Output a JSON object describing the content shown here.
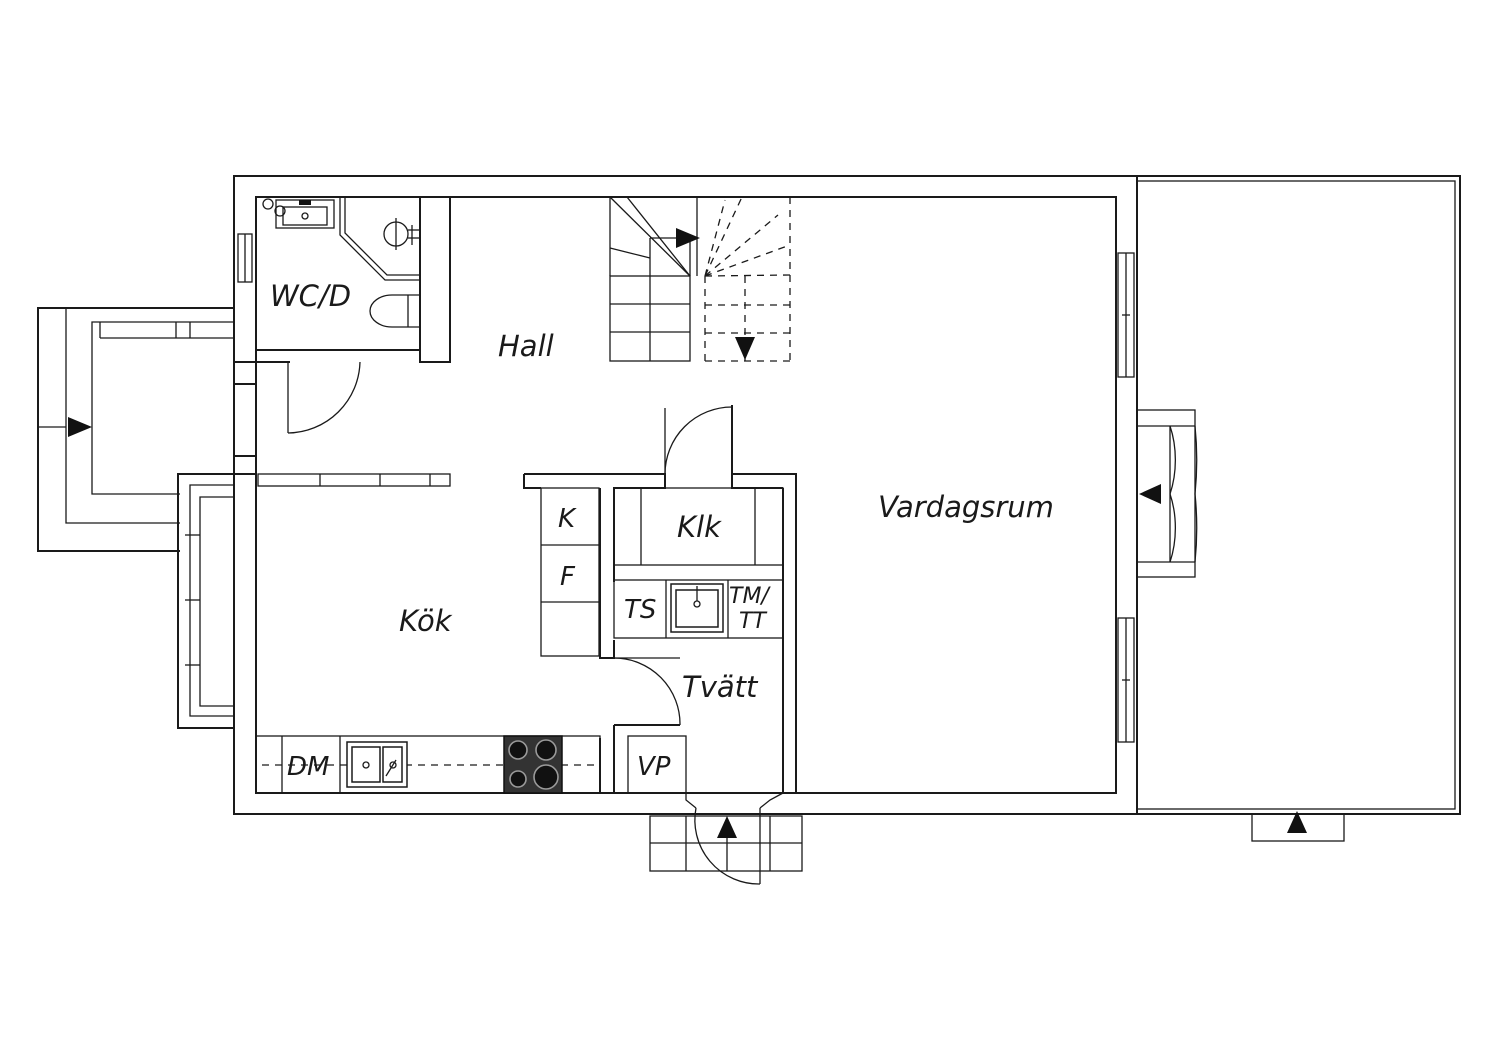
{
  "rooms": {
    "wc": "WC/D",
    "hall": "Hall",
    "klk": "Klk",
    "vardagsrum": "Vardagsrum",
    "kok": "Kök",
    "tvatt": "Tvätt"
  },
  "fixtures": {
    "k": "K",
    "f": "F",
    "ts": "TS",
    "tm": "TM/",
    "tt": "TT",
    "dm": "DM",
    "vp": "VP"
  }
}
